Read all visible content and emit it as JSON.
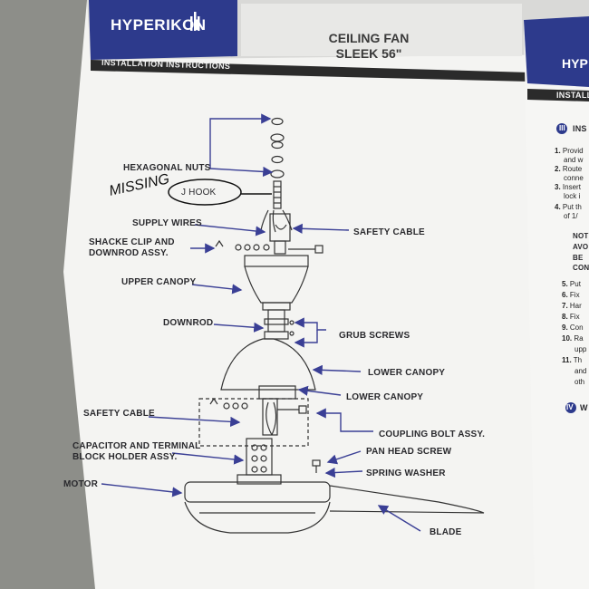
{
  "header": {
    "brand": "HYPERIKON",
    "product_line1": "CEILING FAN",
    "product_line2": "SLEEK 56\"",
    "section": "INSTALLATION INSTRUCTIONS",
    "right_brand_partial": "HYP",
    "right_section_partial": "INSTALL",
    "colors": {
      "brand_blue": "#2d3a8c",
      "band_dark": "#2b2b2b",
      "arrow": "#3a3f95"
    }
  },
  "diagram_labels": {
    "hexagonal_nuts": "HEXAGONAL NUTS",
    "handwritten_missing": "MISSING",
    "j_hook": "J HOOK",
    "supply_wires": "SUPPLY WIRES",
    "safety_cable_top": "SAFETY CABLE",
    "shackle_clip_1": "SHACKE CLIP AND",
    "shackle_clip_2": "DOWNROD ASSY.",
    "upper_canopy": "UPPER CANOPY",
    "downrod": "DOWNROD",
    "grub_screws": "GRUB SCREWS",
    "lower_canopy_1": "LOWER CANOPY",
    "lower_canopy_2": "LOWER CANOPY",
    "safety_cable_bottom": "SAFETY CABLE",
    "coupling_bolt": "COUPLING BOLT ASSY.",
    "capacitor_1": "CAPACITOR AND TERMINAL",
    "capacitor_2": "BLOCK HOLDER ASSY.",
    "pan_head_screw": "PAN HEAD SCREW",
    "spring_washer": "SPRING WASHER",
    "motor": "MOTOR",
    "blade": "BLADE"
  },
  "right_panel": {
    "section_number": "III",
    "section_partial": "INS",
    "steps": [
      {
        "num": "1.",
        "text": "Provid"
      },
      {
        "num": "",
        "text": "and w"
      },
      {
        "num": "2.",
        "text": "Route"
      },
      {
        "num": "",
        "text": "conne"
      },
      {
        "num": "3.",
        "text": "Insert"
      },
      {
        "num": "",
        "text": "lock i"
      },
      {
        "num": "4.",
        "text": "Put th"
      },
      {
        "num": "",
        "text": "of 1/"
      }
    ],
    "note_lines": [
      "NOT",
      "AVO",
      "BE",
      "CON"
    ],
    "steps2": [
      {
        "num": "5.",
        "text": "Put"
      },
      {
        "num": "6.",
        "text": "Fix"
      },
      {
        "num": "7.",
        "text": "Har"
      },
      {
        "num": "8.",
        "text": "Fix"
      },
      {
        "num": "9.",
        "text": "Con"
      },
      {
        "num": "10.",
        "text": "Ra"
      },
      {
        "num": "",
        "text": "upp"
      },
      {
        "num": "11.",
        "text": "Th"
      },
      {
        "num": "",
        "text": "and"
      },
      {
        "num": "",
        "text": "oth"
      }
    ],
    "section4_number": "IV",
    "section4_partial": "W"
  }
}
